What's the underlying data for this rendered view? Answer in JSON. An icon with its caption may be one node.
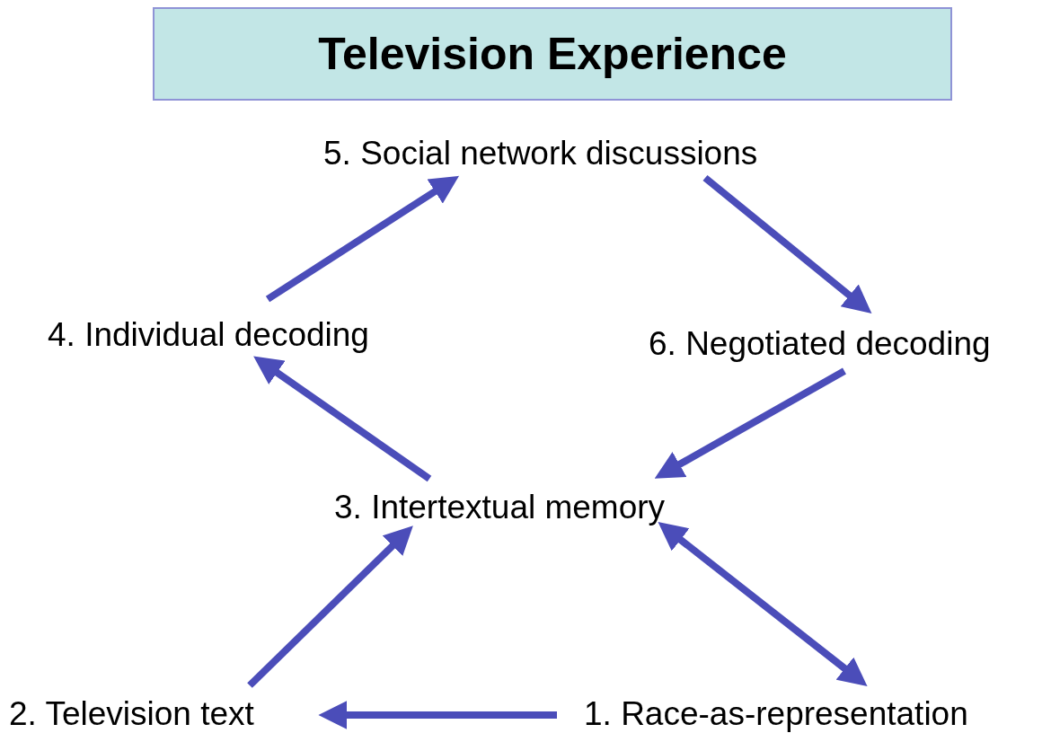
{
  "diagram": {
    "nodes": [
      {
        "text": [
          "Television Experience"
        ]
      },
      {
        "text": [
          "5.  Social network discussions"
        ]
      },
      {
        "text": [
          "4.  Individual decoding"
        ]
      },
      {
        "text": [
          "6. Negotiated decoding"
        ]
      },
      {
        "text": [
          "3.  Intertextual memory"
        ]
      },
      {
        "text": [
          "2.  Television text"
        ]
      },
      {
        "text": [
          "1. Race-as-representation"
        ]
      }
    ],
    "edges": [
      {
        "from": 2,
        "to": 1,
        "arrow": "to"
      },
      {
        "from": 1,
        "to": 3,
        "arrow": "to"
      },
      {
        "from": 3,
        "to": 4,
        "arrow": "to"
      },
      {
        "from": 4,
        "to": 2,
        "arrow": "to"
      },
      {
        "from": 5,
        "to": 4,
        "arrow": "to"
      },
      {
        "from": 4,
        "to": 6,
        "arrow": "both"
      },
      {
        "from": 6,
        "to": 5,
        "arrow": "to"
      }
    ]
  }
}
